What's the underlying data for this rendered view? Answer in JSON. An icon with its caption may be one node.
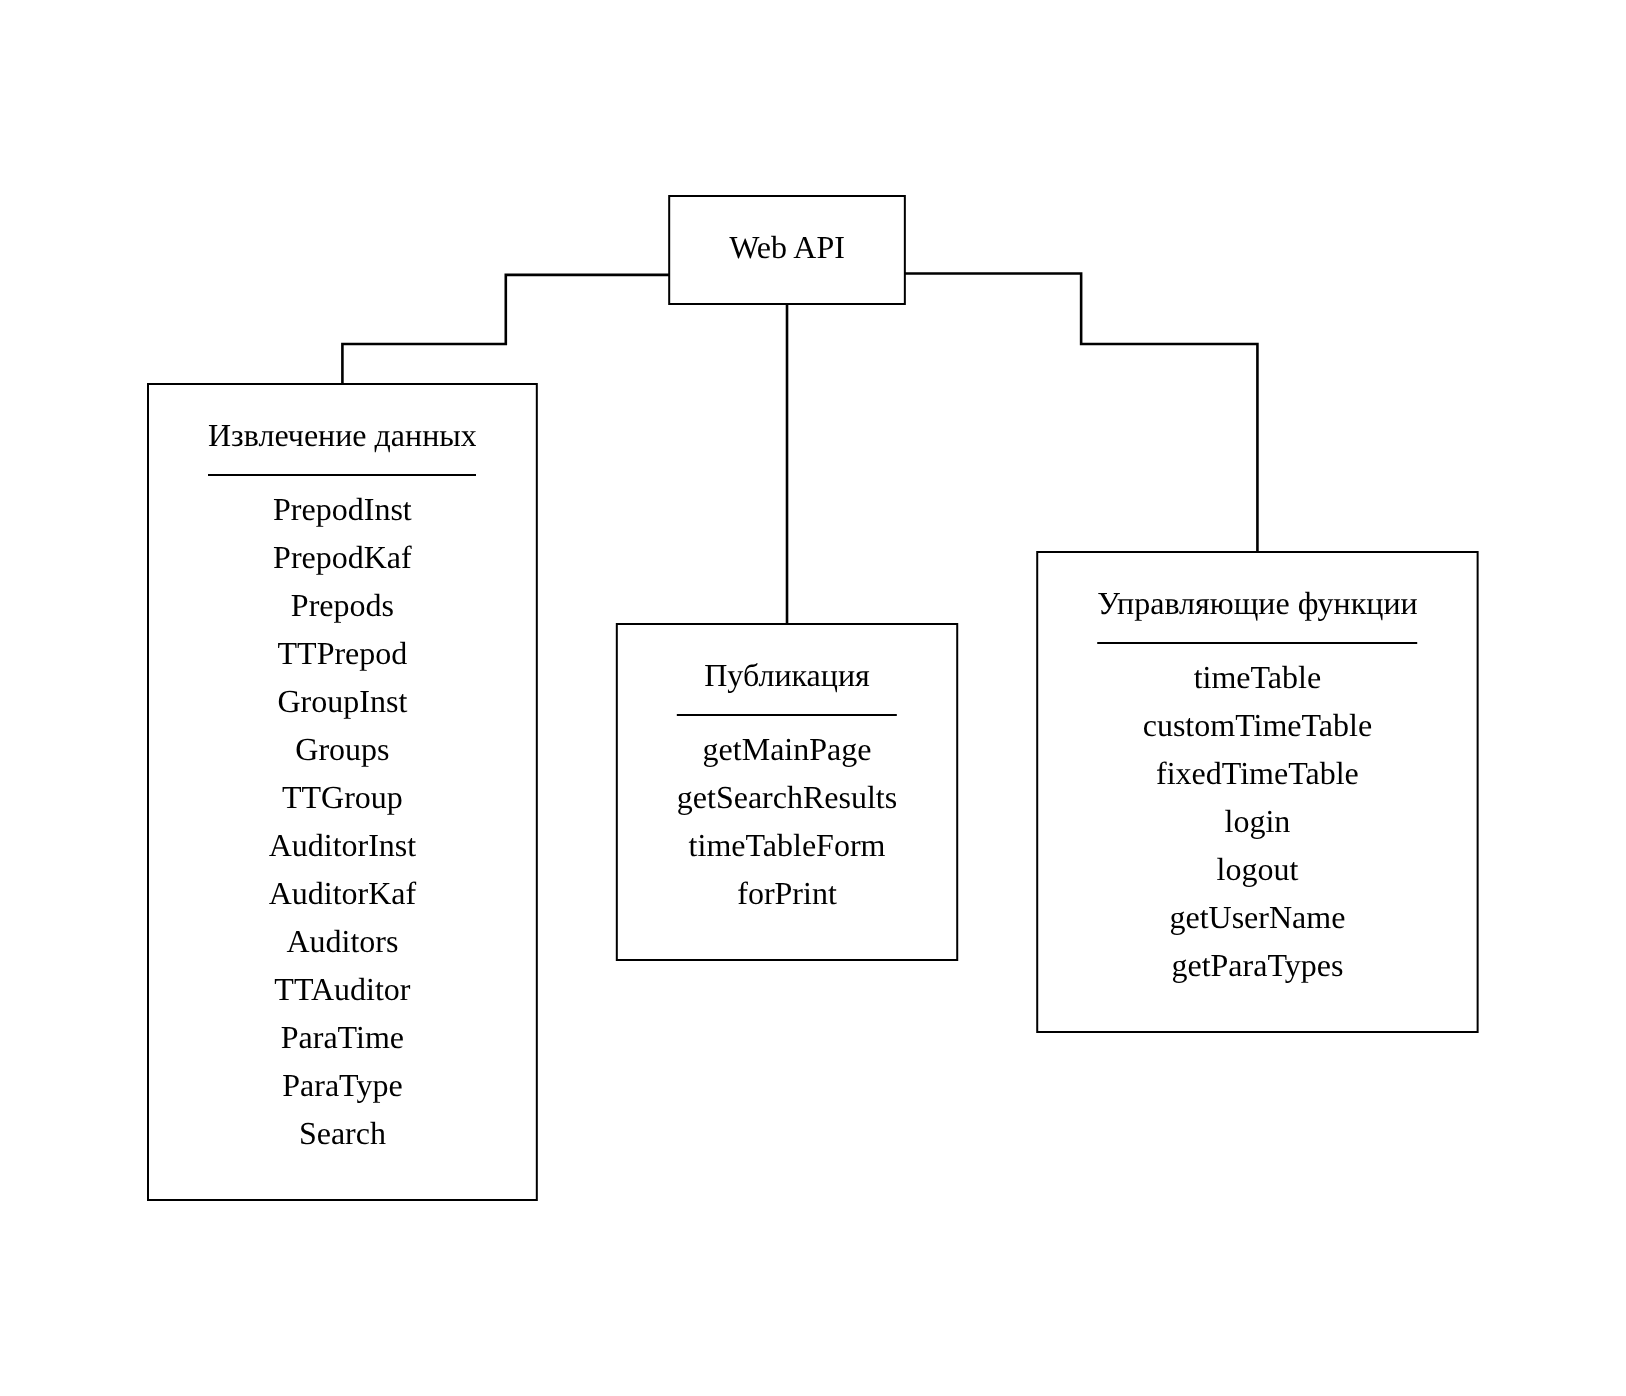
{
  "diagram": {
    "nodes": [
      {
        "text": [
          "Web API"
        ]
      },
      {
        "text": [
          "Извлечение данных",
          "PrepodInst",
          "PrepodKaf",
          "Prepods",
          "TTPrepod",
          "GroupInst",
          "Groups",
          "TTGroup",
          "AuditorInst",
          "AuditorKaf",
          "Auditors",
          "TTAuditor",
          "ParaTime",
          "ParaType",
          "Search"
        ]
      },
      {
        "text": [
          "Публикация",
          "getMainPage",
          "getSearchResults",
          "timeTableForm",
          "forPrint"
        ]
      },
      {
        "text": [
          "Управляющие функции",
          "timeTable",
          "customTimeTable",
          "fixedTimeTable",
          "login",
          "logout",
          "getUserName",
          "getParaTypes"
        ]
      }
    ],
    "edges": [
      {
        "from": 0,
        "to": 1,
        "arrow": "none"
      },
      {
        "from": 0,
        "to": 2,
        "arrow": "none"
      },
      {
        "from": 0,
        "to": 3,
        "arrow": "none"
      }
    ]
  }
}
